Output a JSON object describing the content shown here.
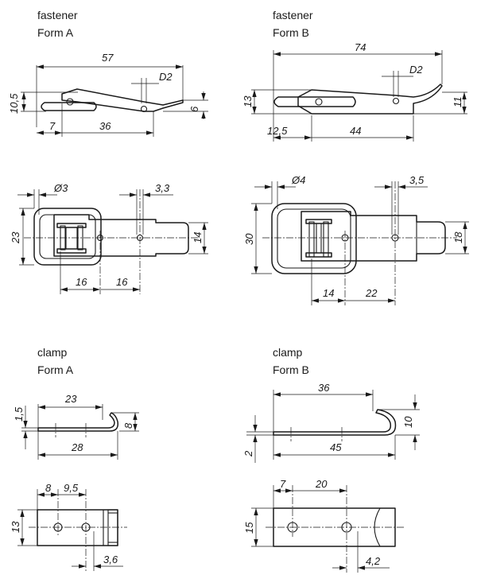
{
  "views": {
    "fastener_a": {
      "name": "fastener",
      "form": "Form A"
    },
    "fastener_b": {
      "name": "fastener",
      "form": "Form B"
    },
    "clamp_a": {
      "name": "clamp",
      "form": "Form A"
    },
    "clamp_b": {
      "name": "clamp",
      "form": "Form B"
    }
  },
  "dims": {
    "fa_side": {
      "length": "57",
      "pin": "D2",
      "height": "10,5",
      "end": "6",
      "a": "7",
      "b": "36"
    },
    "fb_side": {
      "length": "74",
      "pin": "D2",
      "height": "13",
      "end": "11",
      "a": "12,5",
      "b": "44"
    },
    "fa_top": {
      "hole": "Ø3",
      "slot": "3,3",
      "width": "23",
      "tongue": "14",
      "a": "16",
      "b": "16"
    },
    "fb_top": {
      "hole": "Ø4",
      "slot": "3,5",
      "width": "30",
      "tongue": "18",
      "a": "14",
      "b": "22"
    },
    "ca_side": {
      "len": "23",
      "thick": "1,5",
      "hook": "8",
      "total": "28"
    },
    "cb_side": {
      "len": "36",
      "thick": "2",
      "hook": "10",
      "total": "45"
    },
    "ca_top": {
      "a": "8",
      "b": "9,5",
      "width": "13",
      "c": "3,6"
    },
    "cb_top": {
      "a": "7",
      "b": "20",
      "width": "15",
      "c": "4,2"
    }
  }
}
